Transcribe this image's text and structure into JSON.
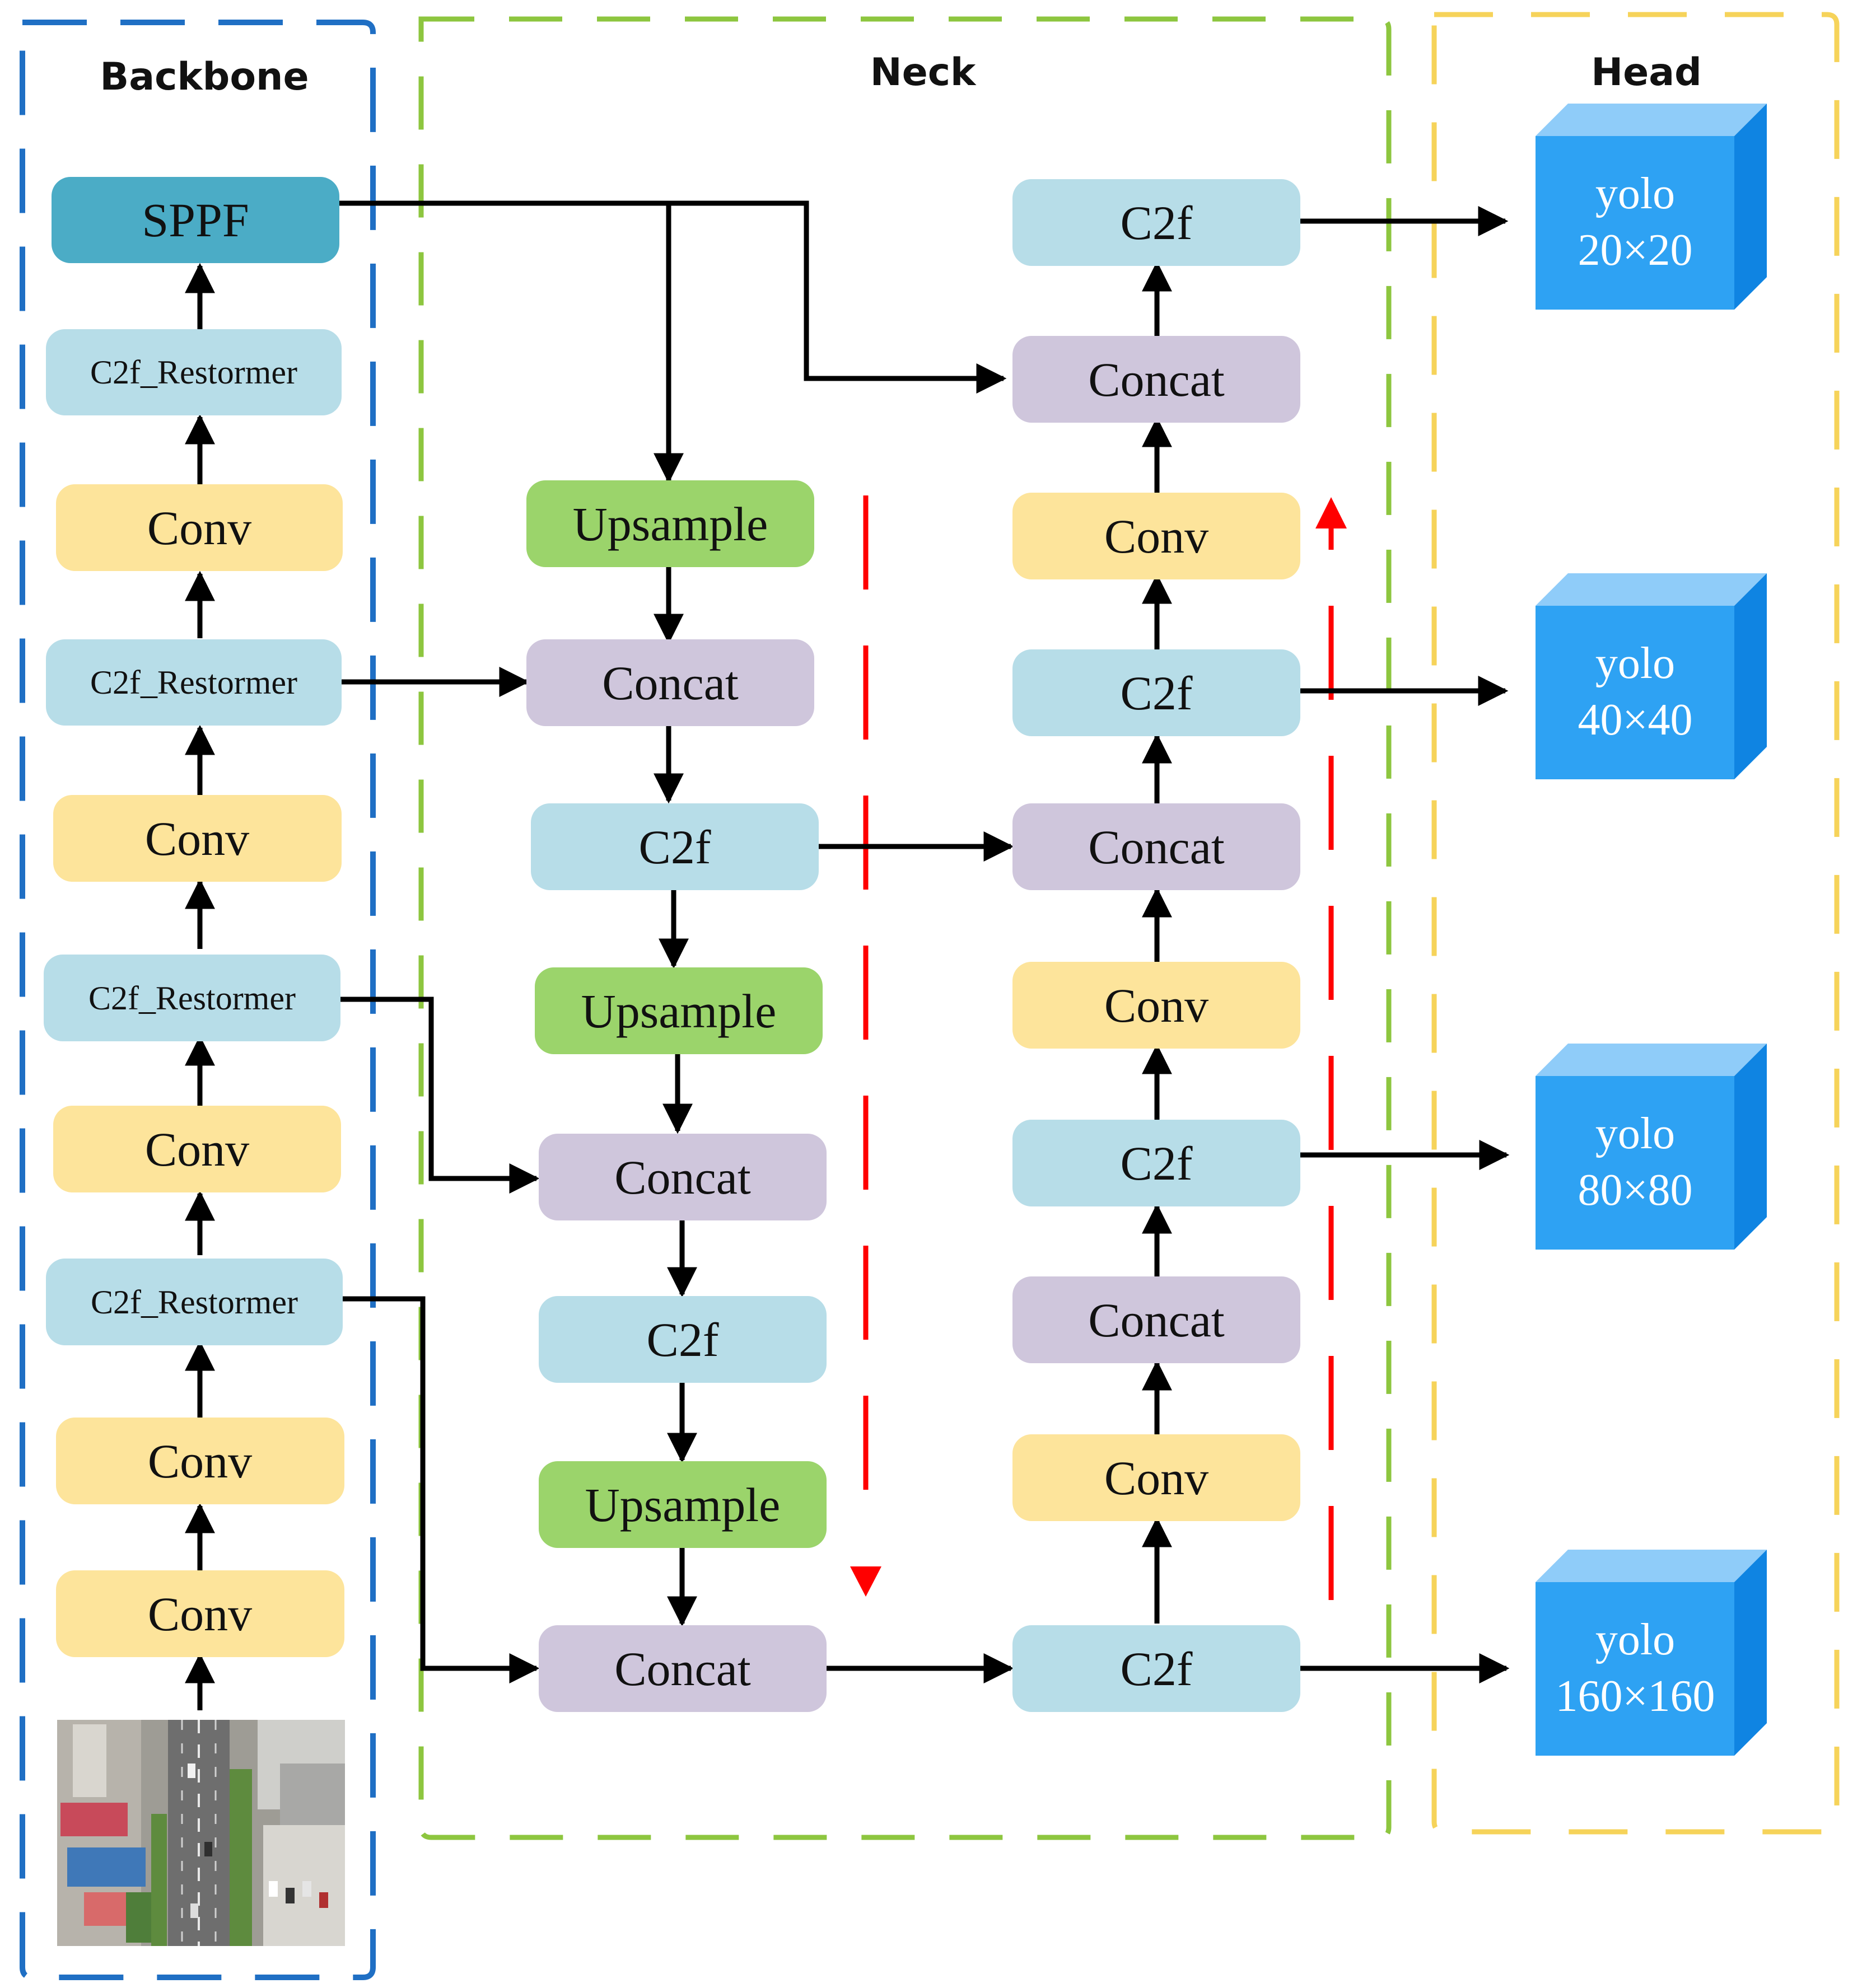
{
  "sections": {
    "backbone": "Backbone",
    "neck": "Neck",
    "head": "Head"
  },
  "colors": {
    "conv": "#FDE49B",
    "c2f": "#B7DDE8",
    "c2f_restormer": "#B7DDE8",
    "concat": "#CFC6DC",
    "upsample": "#9BD46B",
    "sppf": "#4BACC6",
    "yolo_front": "#2EA2F3",
    "yolo_top": "#8FCCF9",
    "yolo_side": "#0F84E2",
    "backbone_border": "#1F6FC4",
    "neck_border": "#8DC63F",
    "head_border": "#F6D35A",
    "flow_arrow": "#FF0000",
    "connector": "#000000"
  },
  "backbone": {
    "input_image": "aerial-street-image",
    "sppf": "SPPF",
    "c2f_restormer_4": "C2f_Restormer",
    "conv_4": "Conv",
    "c2f_restormer_3": "C2f_Restormer",
    "conv_3": "Conv",
    "c2f_restormer_2": "C2f_Restormer",
    "conv_2": "Conv",
    "c2f_restormer_1": "C2f_Restormer",
    "conv_1": "Conv",
    "conv_0": "Conv"
  },
  "neck_down": {
    "upsample_1": "Upsample",
    "concat_1": "Concat",
    "c2f_1": "C2f",
    "upsample_2": "Upsample",
    "concat_2": "Concat",
    "c2f_2": "C2f",
    "upsample_3": "Upsample",
    "concat_3": "Concat"
  },
  "neck_up": {
    "c2f_top": "C2f",
    "concat_top": "Concat",
    "conv_top": "Conv",
    "c2f_mid_high": "C2f",
    "concat_mid_high": "Concat",
    "conv_mid": "Conv",
    "c2f_mid_low": "C2f",
    "concat_mid_low": "Concat",
    "conv_low": "Conv",
    "c2f_bottom": "C2f"
  },
  "head": {
    "yolo_20": {
      "name": "yolo",
      "size": "20×20"
    },
    "yolo_40": {
      "name": "yolo",
      "size": "40×40"
    },
    "yolo_80": {
      "name": "yolo",
      "size": "80×80"
    },
    "yolo_160": {
      "name": "yolo",
      "size": "160×160"
    }
  }
}
